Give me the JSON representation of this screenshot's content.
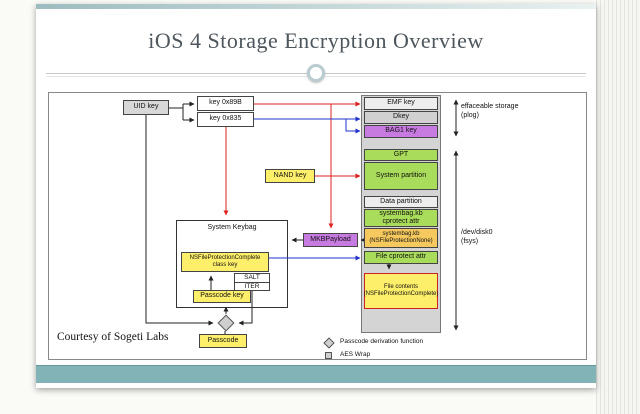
{
  "slide": {
    "title": "iOS 4 Storage Encryption Overview",
    "courtesy": "Courtesy of Sogeti Labs"
  },
  "diagram": {
    "boxes": {
      "uid_key": "UID key",
      "key_0x89b": "key 0x89B",
      "key_0x835": "key 0x835",
      "emf_key": "EMF key",
      "dkey": "Dkey",
      "bag1_key": "BAG1 key",
      "gpt": "GPT",
      "system_partition": "System partition",
      "data_partition": "Data partition",
      "systembag_cprotect": "systembag.kb\ncprotect attr",
      "systembag_none": "systembag.kb\n(NSFileProtectionNone)",
      "file_cprotect": "File cprotect attr",
      "file_contents": "File contents\n(NSFileProtectionComplete)",
      "nand_key": "NAND key",
      "mkb_payload": "MKBPayload",
      "system_keybag": "System Keybag",
      "class_key": "NSFileProtectionComplete\nclass key",
      "salt": "SALT",
      "iter": "ITER",
      "passcode_key": "Passcode key",
      "passcode": "Passcode"
    },
    "annotations": {
      "effaceable": "effaceable storage\n(plog)",
      "devdisk": "/dev/disk0\n(fsys)"
    },
    "legend": {
      "passcode_derivation": "Passcode derivation function",
      "aes_wrap": "AES Wrap"
    }
  },
  "colors": {
    "accent_teal": "#82b3b6",
    "yellow": "#feef6a",
    "green": "#a9dc5a",
    "orange": "#f6c95f",
    "purple": "#c77ae0",
    "gray_box": "#d8d8d8",
    "red_arrow": "#dd2222",
    "blue_arrow": "#2233cc"
  }
}
